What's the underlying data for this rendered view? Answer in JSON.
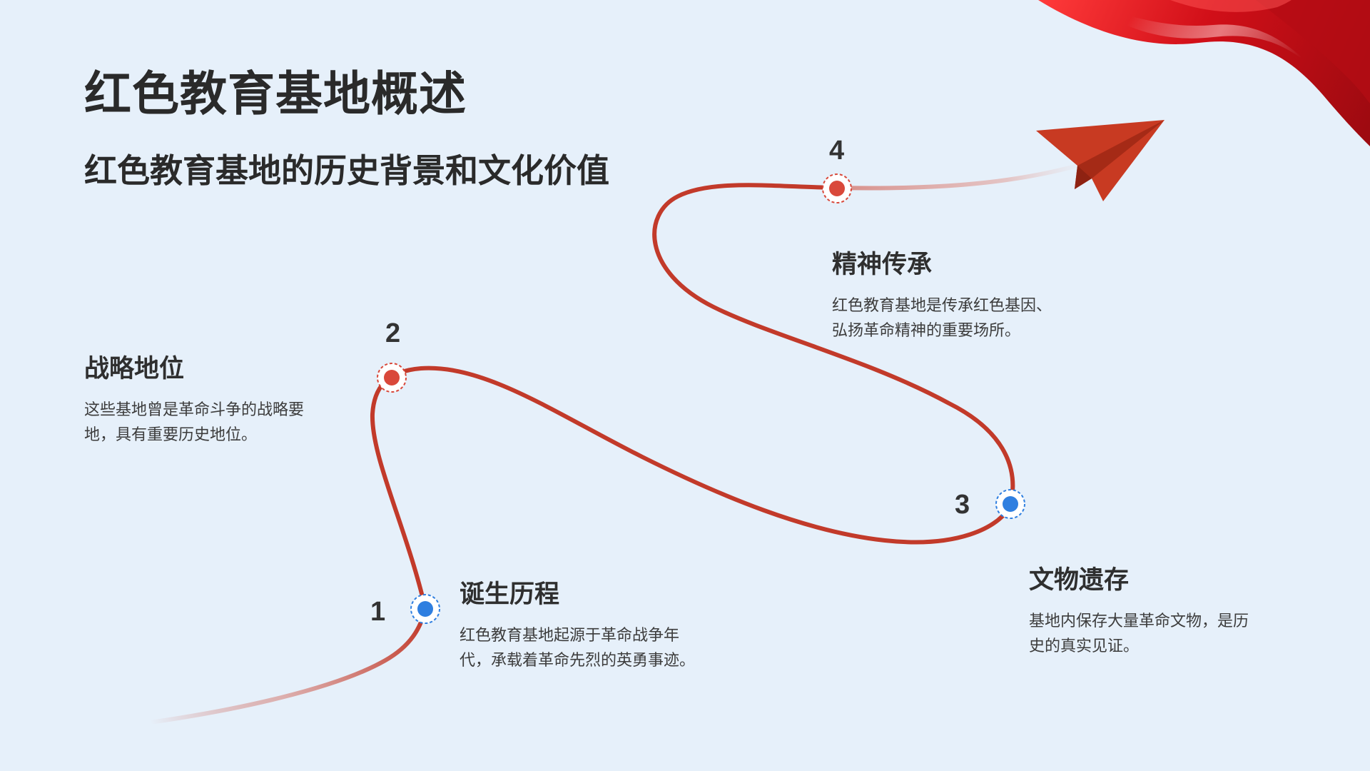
{
  "header": {
    "title": "红色教育基地概述",
    "subtitle": "红色教育基地的历史背景和文化价值"
  },
  "milestones": [
    {
      "number": "1",
      "title": "诞生历程",
      "desc_line1": "红色教育基地起源于革命战争年",
      "desc_line2": "代，承载着革命先烈的英勇事迹。",
      "marker_color": "#2f7fe0"
    },
    {
      "number": "2",
      "title": "战略地位",
      "desc_line1": "这些基地曾是革命斗争的战略要",
      "desc_line2": "地，具有重要历史地位。",
      "marker_color": "#d9483a"
    },
    {
      "number": "3",
      "title": "文物遗存",
      "desc_line1": "基地内保存大量革命文物，是历",
      "desc_line2": "史的真实见证。",
      "marker_color": "#2f7fe0"
    },
    {
      "number": "4",
      "title": "精神传承",
      "desc_line1": "红色教育基地是传承红色基因、",
      "desc_line2": "弘扬革命精神的重要场所。",
      "marker_color": "#d9483a"
    }
  ],
  "colors": {
    "background": "#e6f0fa",
    "path": "#c23a2a",
    "paper_plane": "#c83a22",
    "ribbon": "#d8141c"
  },
  "decorations": {
    "corner_ribbon": "red-silk-ribbon",
    "arrow_head": "paper-plane-icon"
  }
}
